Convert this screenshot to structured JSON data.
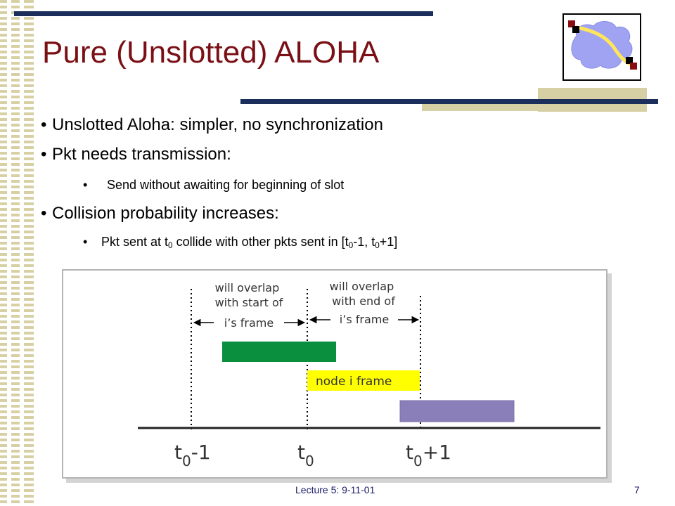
{
  "title": "Pure (Unslotted) ALOHA",
  "bullets": [
    {
      "text": "Unslotted Aloha: simpler, no synchronization"
    },
    {
      "text": "Pkt needs transmission:"
    },
    {
      "text": "Send without awaiting for beginning of slot"
    },
    {
      "text": "Collision probability increases:"
    }
  ],
  "bullet5": {
    "p1": "Pkt sent at t",
    "s1": "0",
    "p2": " collide with other pkts sent in [t",
    "s2": "0",
    "p3": "-1, t",
    "s3": "0",
    "p4": "+1]"
  },
  "diagram": {
    "label_left": [
      "will overlap",
      "with start of",
      "i’s frame"
    ],
    "label_right": [
      "will overlap",
      "with end of",
      "i’s frame"
    ],
    "frame_label": "node i frame",
    "axis_labels": {
      "t_left": "t",
      "s_left": "0",
      "suffix_left": "-1",
      "t_mid": "t",
      "s_mid": "0",
      "t_right": "t",
      "s_right": "0",
      "suffix_right": "+1"
    },
    "colors": {
      "green": "#0a8f3e",
      "yellow": "#ffff00",
      "purple": "#8a7fb8"
    }
  },
  "footer": {
    "lecture": "Lecture 5: 9-11-01",
    "page": "7"
  }
}
